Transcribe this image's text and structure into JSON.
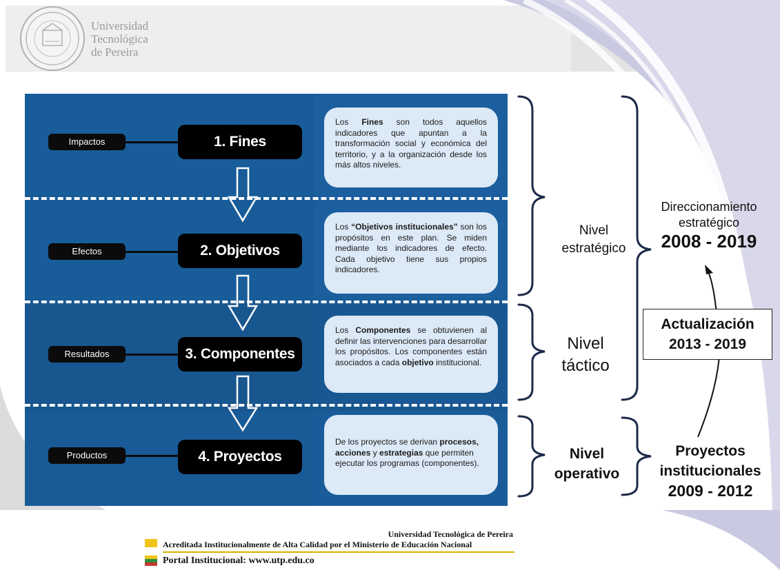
{
  "logo": {
    "lines": [
      "Universidad",
      "Tecnológica",
      "de Pereira"
    ]
  },
  "diagram": {
    "levels": [
      {
        "tag": "Impactos",
        "title": "1. Fines"
      },
      {
        "tag": "Efectos",
        "title": "2. Objetivos"
      },
      {
        "tag": "Resultados",
        "title": "3. Componentes"
      },
      {
        "tag": "Productos",
        "title": "4. Proyectos"
      }
    ],
    "descriptions": {
      "fines": {
        "p1": "Los ",
        "b1": "Fines",
        "p2": " son todos aquellos indicadores que apuntan a la transformación social y económica del territorio, y a la organización desde los más altos niveles."
      },
      "objetivos": {
        "p1": "Los ",
        "b1": "“Objetivos institucionales”",
        "p2": " son los propósitos en este plan. Se miden mediante los indicadores de efecto. Cada objetivo tiene sus propios indicadores."
      },
      "componentes": {
        "p1": "Los ",
        "b1": "Componentes",
        "p2": " se obtuvienen al definir las intervenciones para desarrollar los propósitos. Los componentes están asociados a cada ",
        "b2": "objetivo",
        "p3": " institucional."
      },
      "proyectos": {
        "p1": "De los proyectos se derivan ",
        "b1": "procesos,",
        "p2": " ",
        "b2": "acciones",
        "p3": " y ",
        "b3": "estrategias",
        "p4": " que permiten ejecutar los programas (componentes)."
      }
    }
  },
  "levels_right": {
    "estrategico": [
      "Nivel",
      "estratégico"
    ],
    "tactico": [
      "Nivel",
      "táctico"
    ],
    "operativo": [
      "Nivel",
      "operativo"
    ]
  },
  "plans": {
    "direccionamiento": {
      "line1": "Direccionamiento",
      "line2": "estratégico",
      "years": "2008 - 2019"
    },
    "actualizacion": {
      "line1": "Actualización",
      "years": "2013 - 2019"
    },
    "proyectos": {
      "line1": "Proyectos",
      "line2": "institucionales",
      "years": "2009 - 2012"
    }
  },
  "footer": {
    "university": "Universidad Tecnológica de Pereira",
    "accreditation": "Acreditada Institucionalmente de Alta Calidad por el Ministerio de Educación Nacional",
    "portal": "Portal Institucional: www.utp.edu.co"
  },
  "colors": {
    "panel": "#1b5f9e",
    "swoosh": "#c9c9e2",
    "flag_yellow": "#f0c419",
    "flag_green": "#2e8b3d",
    "flag_red": "#c0392b"
  }
}
